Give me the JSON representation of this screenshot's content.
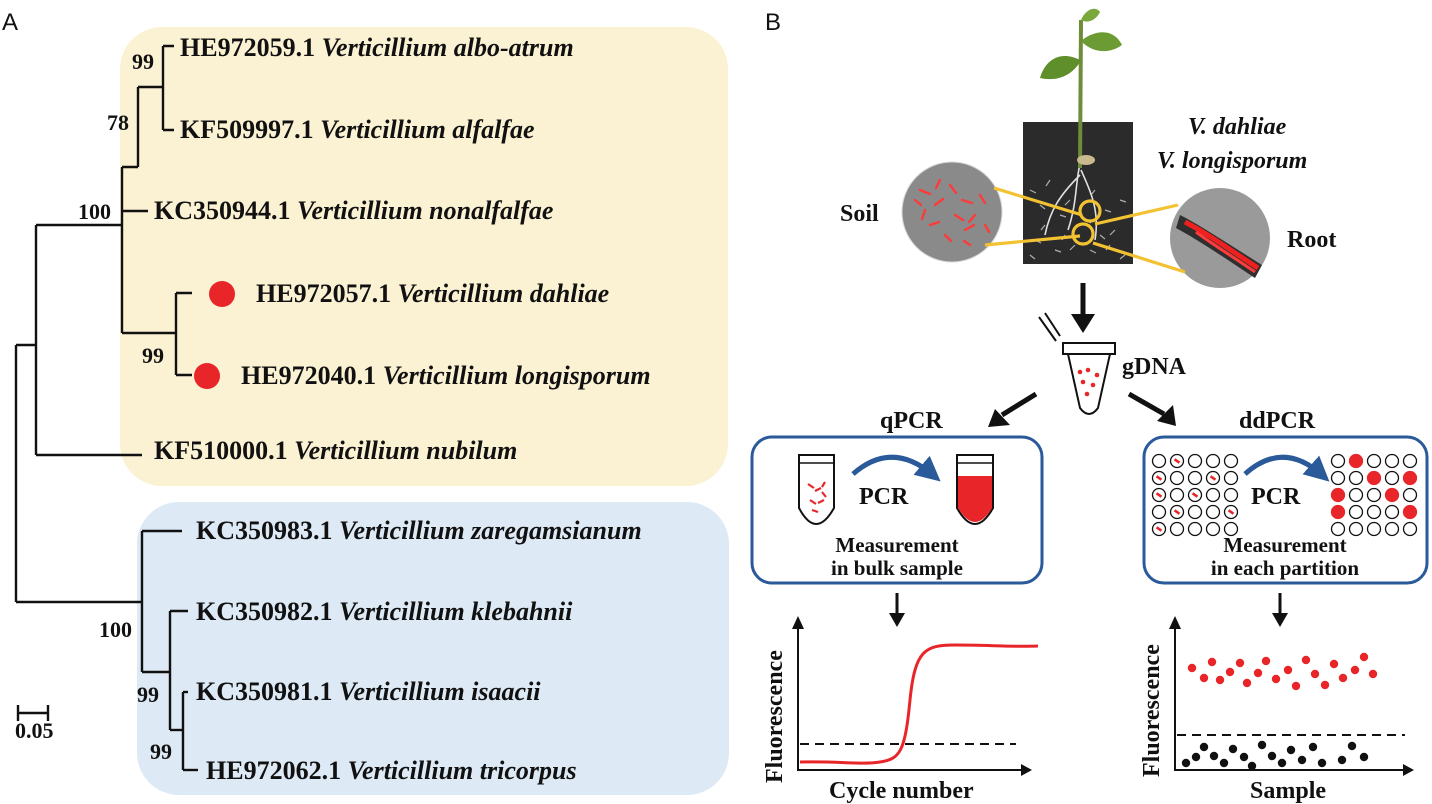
{
  "panel_labels": {
    "a": "A",
    "b": "B"
  },
  "tree": {
    "taxa": [
      {
        "acc": "HE972059.1",
        "species": "Verticillium albo-atrum"
      },
      {
        "acc": "KF509997.1",
        "species": "Verticillium alfalfae"
      },
      {
        "acc": "KC350944.1",
        "species": "Verticillium nonalfalfae"
      },
      {
        "acc": "HE972057.1",
        "species": "Verticillium dahliae"
      },
      {
        "acc": "HE972040.1",
        "species": "Verticillium longisporum"
      },
      {
        "acc": "KF510000.1",
        "species": "Verticillium nubilum"
      },
      {
        "acc": "KC350983.1",
        "species": "Verticillium zaregamsianum"
      },
      {
        "acc": "KC350982.1",
        "species": "Verticillium klebahnii"
      },
      {
        "acc": "KC350981.1",
        "species": "Verticillium isaacii"
      },
      {
        "acc": "HE972062.1",
        "species": "Verticillium tricorpus"
      }
    ],
    "bootstrap": [
      "99",
      "78",
      "100",
      "99",
      "100",
      "99",
      "99"
    ],
    "scale_label": "0.05",
    "clade_colors": {
      "clade1": "#fbf1d3",
      "clade2": "#dde9f5"
    },
    "highlight_color": "#e8262a"
  },
  "workflow": {
    "species_lines": [
      "V. dahliae",
      "V. longisporum"
    ],
    "soil_label": "Soil",
    "root_label": "Root",
    "gdna_label": "gDNA",
    "qpcr": {
      "title": "qPCR",
      "pcr_label": "PCR",
      "measure_line1": "Measurement",
      "measure_line2": "in bulk sample",
      "ylabel": "Fluorescence",
      "xlabel": "Cycle number"
    },
    "ddpcr": {
      "title": "ddPCR",
      "pcr_label": "PCR",
      "measure_line1": "Measurement",
      "measure_line2": "in each partition",
      "ylabel": "Fluorescence",
      "xlabel": "Sample"
    },
    "box_color": "#2a5a9a",
    "signal_color": "#e8262a"
  }
}
